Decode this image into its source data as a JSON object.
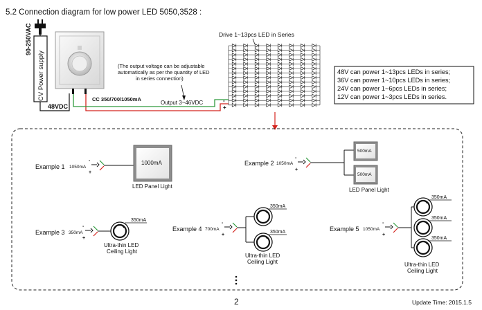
{
  "header": {
    "title": "5.2 Connection diagram for low power LED 5050,3528 :"
  },
  "top_diagram": {
    "input_voltage": "90-250VAC",
    "power_supply_label": "CV Power supply",
    "output_48v": "48VDC",
    "driver_current": "CC 350/700/1050mA",
    "note_line1": "(The output voltage can be adjustable",
    "note_line2": "automatically as per the quantity of LED",
    "note_line3": "in series connection)",
    "output_range": "Output 3~46VDC",
    "led_array_title": "Drive 1~13pcs LED in Series",
    "plus_sign": "+",
    "minus_sign": "-"
  },
  "capacity_box": {
    "lines": [
      "48V can power 1~13pcs LEDs in series;",
      "36V can power 1~10pcs LEDs in series;",
      "24V can power 1~6pcs LEDs in series;",
      "12V can power 1~3pcs LEDs in series."
    ]
  },
  "examples": {
    "ex1": {
      "label": "Example 1",
      "current": "1050mA",
      "panel_value": "1000mA",
      "caption": "LED Panel Light"
    },
    "ex2": {
      "label": "Example 2",
      "current": "1050mA",
      "panel_values": [
        "500mA",
        "500mA"
      ],
      "caption": "LED Panel Light"
    },
    "ex3": {
      "label": "Example 3",
      "current": "350mA",
      "light_value": "350mA",
      "caption_line1": "Ultra-thin LED",
      "caption_line2": "Ceiling Light"
    },
    "ex4": {
      "label": "Example 4",
      "current": "700mA",
      "light_values": [
        "350mA",
        "350mA"
      ],
      "caption_line1": "Ultra-thin LED",
      "caption_line2": "Ceiling Light"
    },
    "ex5": {
      "label": "Example 5",
      "current": "1050mA",
      "light_values": [
        "350mA",
        "350mA",
        "350mA"
      ],
      "caption_line1": "Ultra-thin LED",
      "caption_line2": "Ceiling Light"
    }
  },
  "footer": {
    "page_number": "2",
    "update_time": "Update Time: 2015.1.5"
  },
  "colors": {
    "positive_wire": "#d4241e",
    "negative_wire": "#2e9a3c",
    "line": "#111111",
    "led_array_stroke": "#222222"
  }
}
